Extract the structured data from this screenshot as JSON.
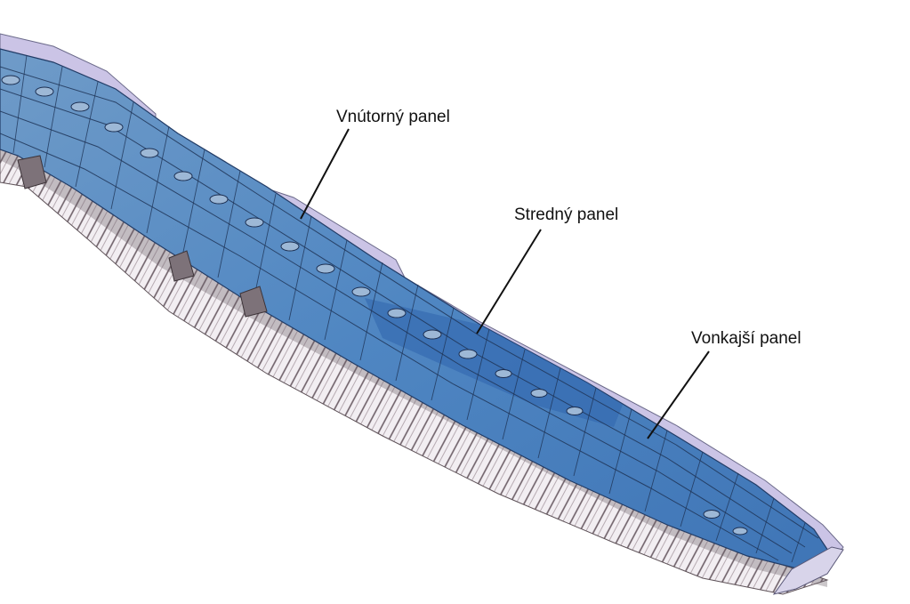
{
  "labels": {
    "inner_panel": "Vnútorný panel",
    "middle_panel": "Stredný panel",
    "outer_panel": "Vonkajší panel"
  },
  "colors": {
    "background": "#ffffff",
    "skin_blue": "#4d86c4",
    "skin_blue_dark": "#2f5f9e",
    "skin_blue_light": "#7fa8d6",
    "lavender_edge": "#c4bde2",
    "rib_grey": "#8a8088",
    "line": "#111111"
  }
}
